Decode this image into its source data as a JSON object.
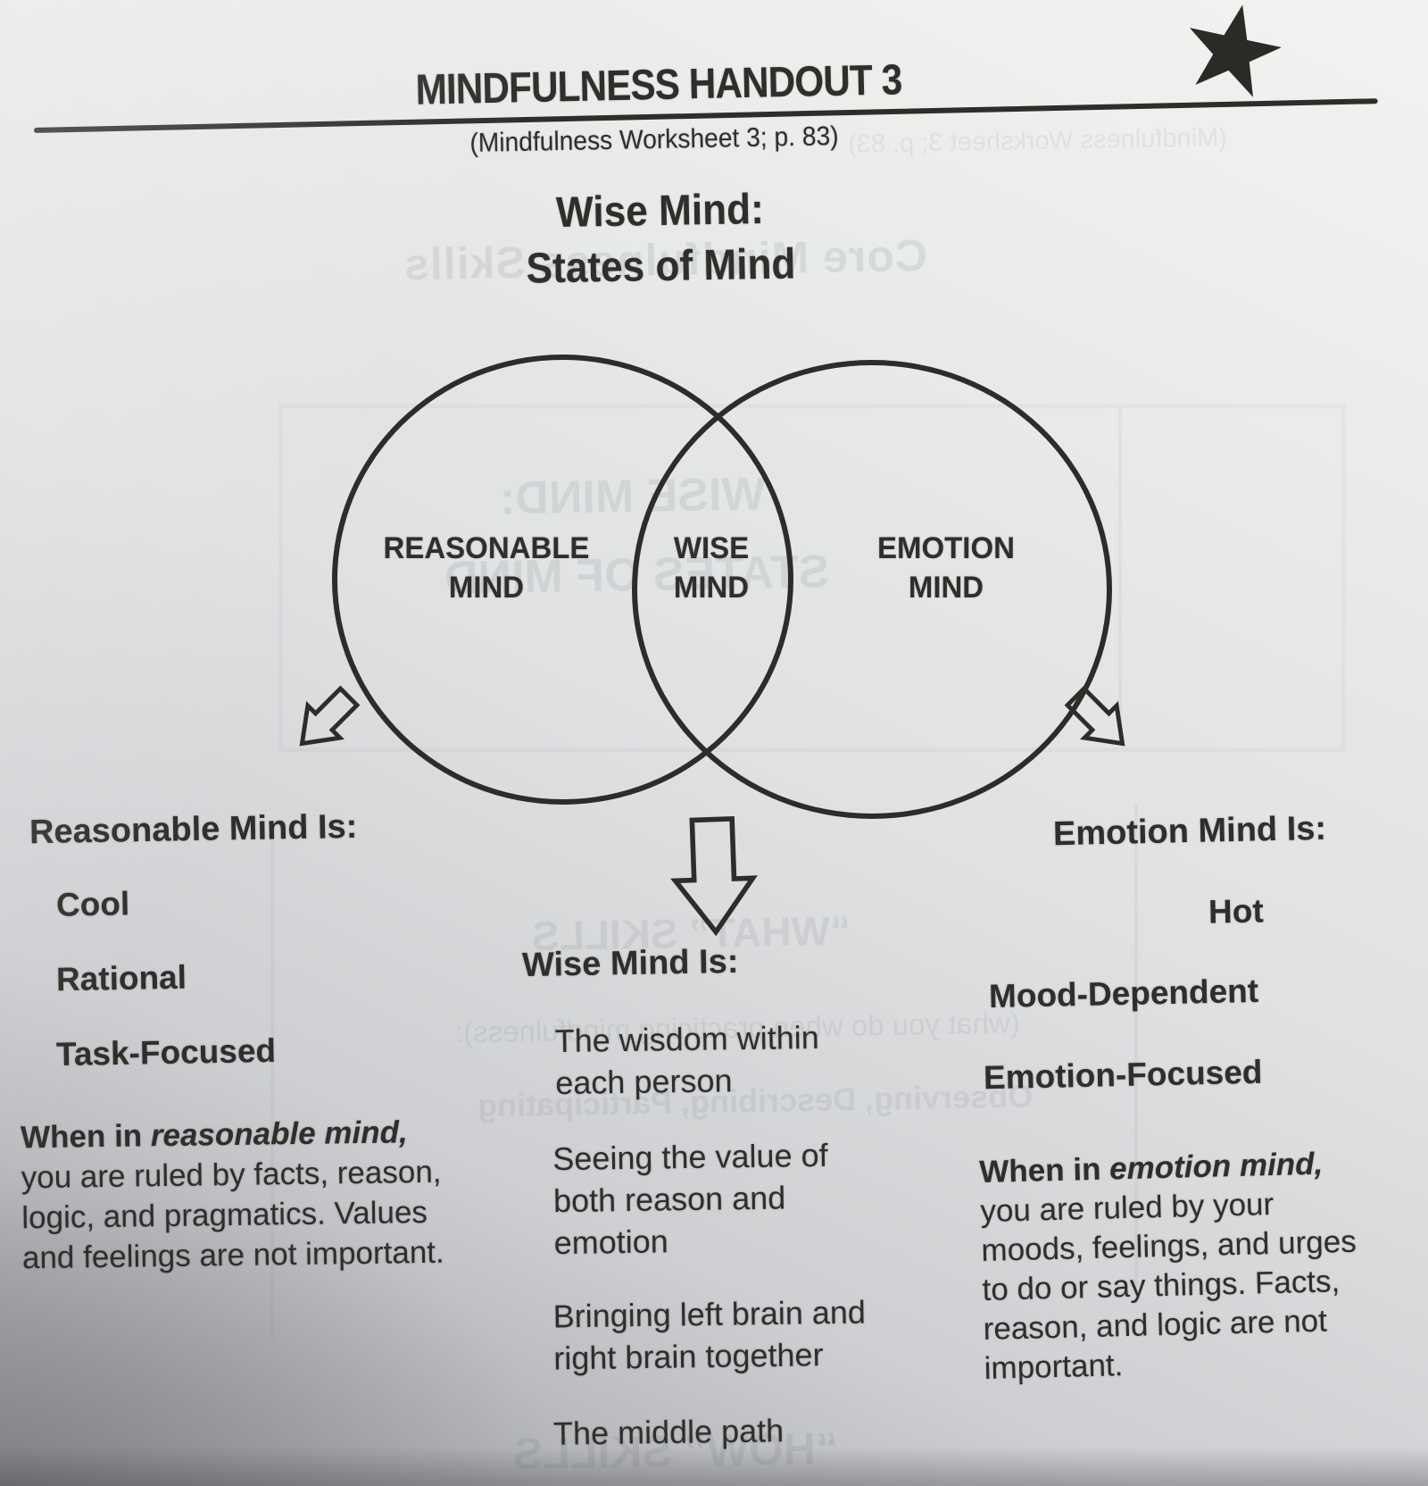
{
  "header": {
    "title": "MINDFULNESS HANDOUT 3",
    "subtitle": "(Mindfulness Worksheet 3; p. 83)",
    "heading": "Wise Mind:\nStates of Mind"
  },
  "venn": {
    "left_label": "REASONABLE\nMIND",
    "center_label": "WISE\nMIND",
    "right_label": "EMOTION\nMIND"
  },
  "columns": {
    "left": {
      "heading": "Reasonable Mind Is:",
      "items": [
        "Cool",
        "Rational",
        "Task-Focused"
      ],
      "paragraph": {
        "lead": "When in ",
        "emphasis": "reasonable mind,",
        "rest": "\nyou are ruled by facts, reason,\nlogic, and pragmatics. Values\nand feelings are not important."
      }
    },
    "center": {
      "heading": "Wise Mind Is:",
      "items": [
        "The wisdom within\neach person",
        "Seeing the value of\nboth reason and\nemotion",
        "Bringing left brain and\nright brain together",
        "The middle path"
      ]
    },
    "right": {
      "heading": "Emotion Mind Is:",
      "items": [
        "Hot",
        "Mood-Dependent",
        "Emotion-Focused"
      ],
      "paragraph": {
        "lead": "When in ",
        "emphasis": "emotion mind,",
        "rest": "\nyou are ruled by your\nmoods, feelings, and urges\nto do or say things. Facts,\nreason, and logic are not\nimportant."
      }
    }
  },
  "showthrough": {
    "items": [
      {
        "text": "(Mindfulness Worksheet 3; p. 83)"
      },
      {
        "text": "Core Mindfulness Skills"
      },
      {
        "text": "WISE MIND:"
      },
      {
        "text": "STATES OF MIND"
      },
      {
        "text": "“WHAT” SKILLS"
      },
      {
        "text": "(what you do when practicing mindfulness):"
      },
      {
        "text": "Observing, Describing, Participating"
      },
      {
        "text": "“HOW” SKILLS"
      }
    ]
  },
  "colors": {
    "ink": "#2f2e2b",
    "paper_light": "#f2f3f1",
    "paper_dark": "#9b9da1",
    "showthrough_ink": "#5f666e"
  }
}
